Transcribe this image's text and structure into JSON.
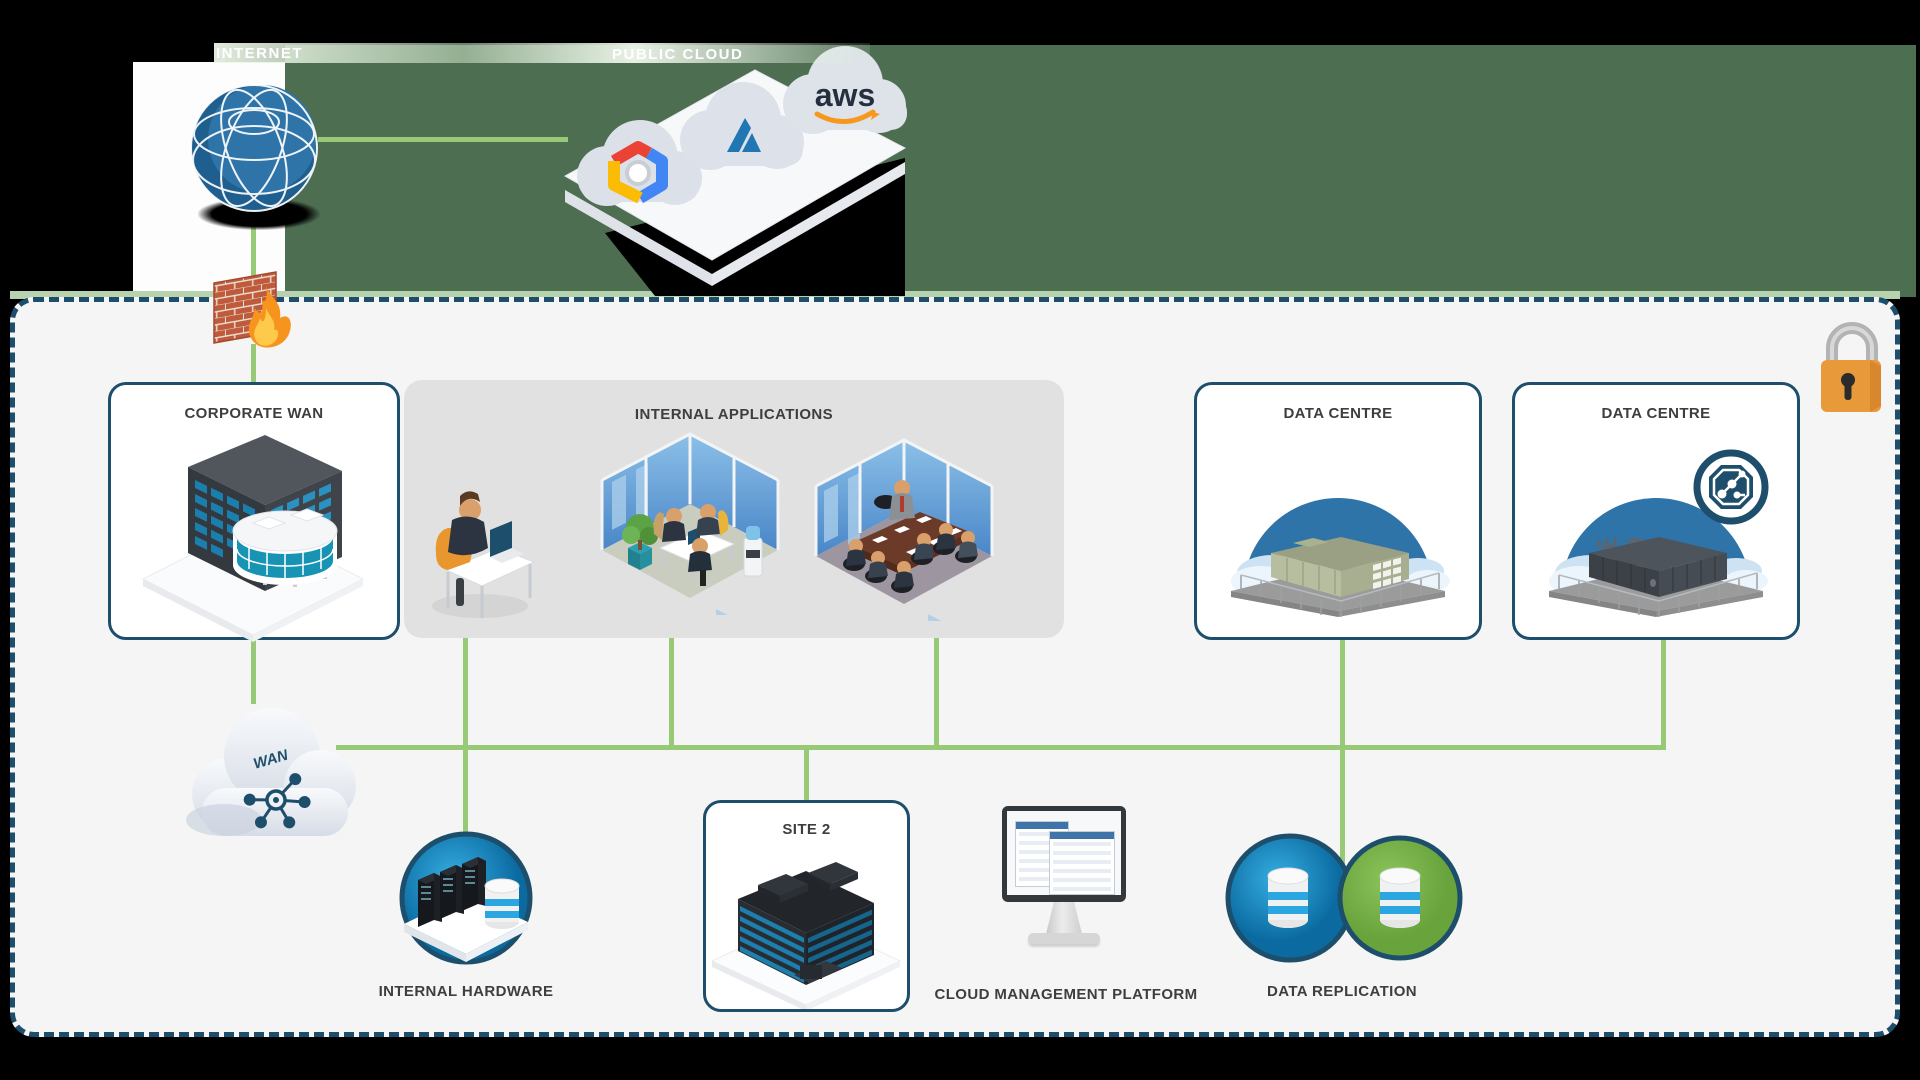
{
  "top": {
    "internet_label": "INTERNET",
    "public_cloud_label": "PUBLIC CLOUD",
    "aws_logo_text": "aws",
    "provider_icons": [
      "google-cloud-icon",
      "azure-icon",
      "aws-icon"
    ]
  },
  "nodes": {
    "corporate_wan": "CORPORATE WAN",
    "internal_applications": "INTERNAL APPLICATIONS",
    "data_centre_left": "DATA CENTRE",
    "data_centre_right": "DATA CENTRE",
    "wan_cloud": "WAN",
    "internal_hardware": "INTERNAL HARDWARE",
    "site_2": "SITE 2",
    "cloud_management_platform": "CLOUD MANAGEMENT PLATFORM",
    "data_replication": "DATA REPLICATION"
  },
  "icons": {
    "globe": "internet-globe-icon",
    "firewall": "firewall-brick-flame-icon",
    "lock": "padlock-icon",
    "circuit_badge": "circuit-chip-badge-icon",
    "hub": "network-hub-icon",
    "servers": "server-rack-icon",
    "database": "database-cylinder-icon"
  },
  "colors": {
    "navy": "#1d4e6b",
    "line_green": "#97c977",
    "zone_background": "#f4f5f4",
    "panel_gray": "#e1e1e1",
    "outer_green": "#4e6e52",
    "dome_blue": "#2e74a8",
    "circle_blue": "#1b91cc",
    "circle_green": "#7ab648",
    "lock_orange": "#e89a3b",
    "db_stripe_blue": "#29a8e1"
  }
}
